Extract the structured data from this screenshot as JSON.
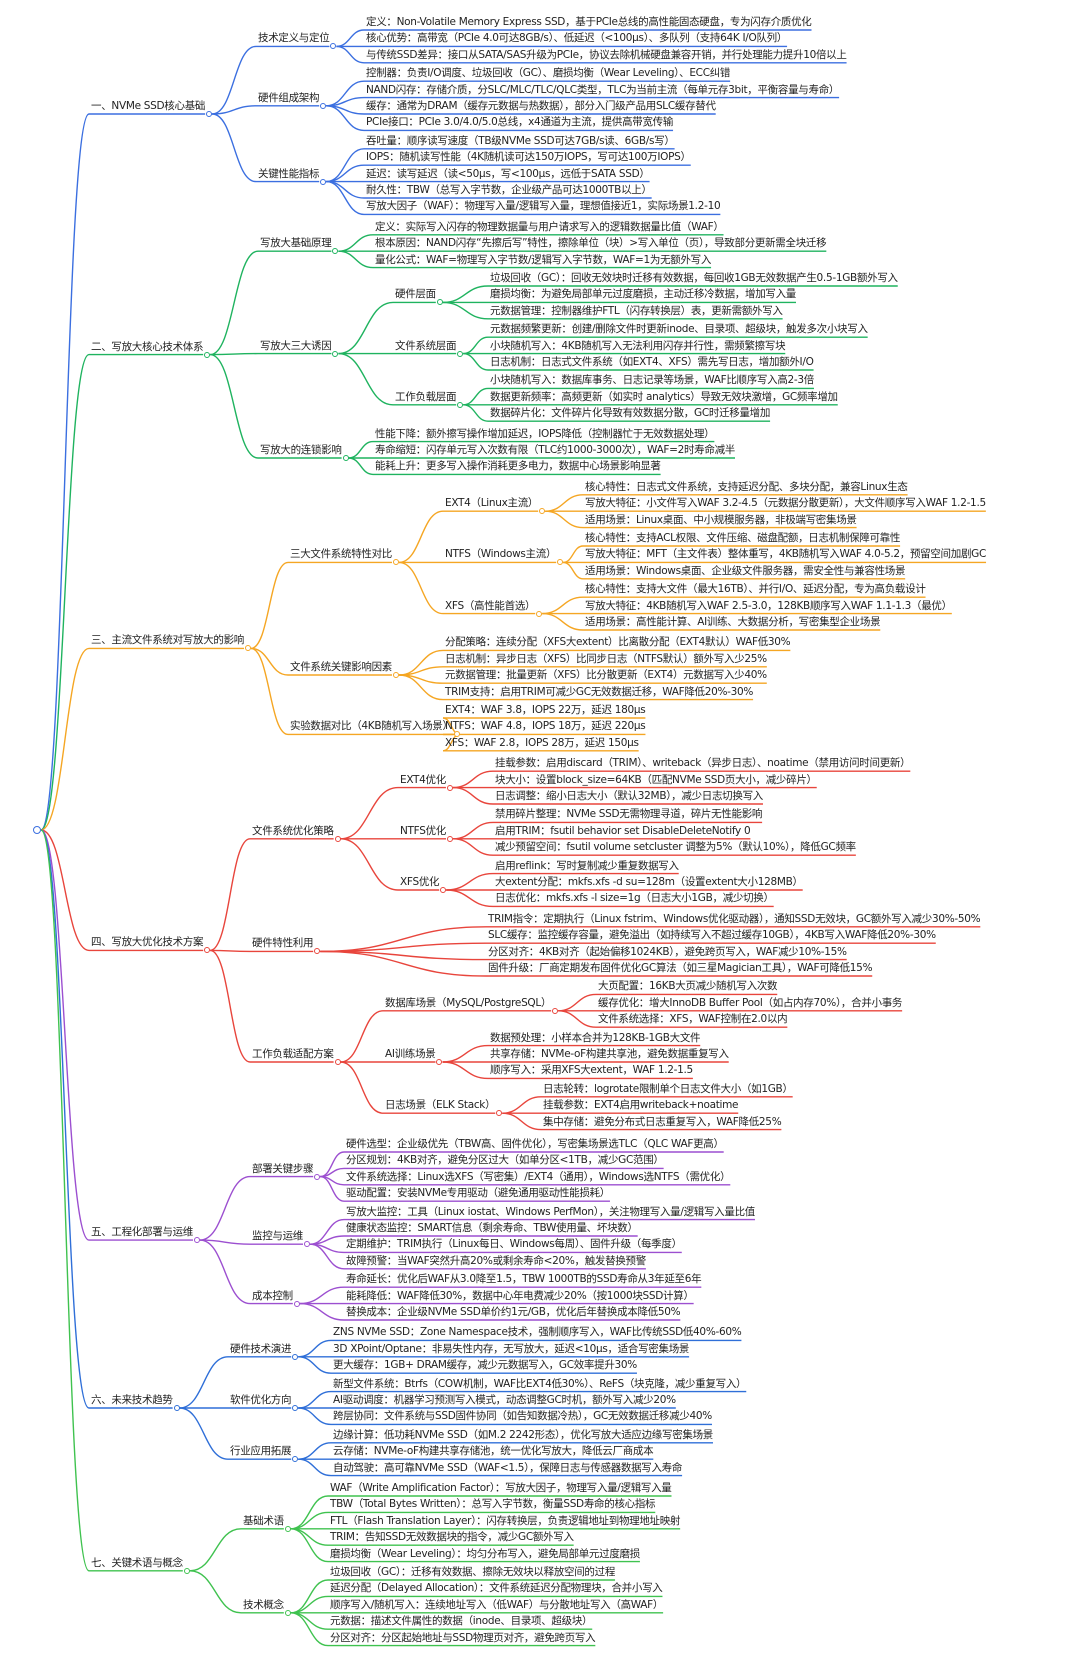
{
  "root": {
    "label": ""
  },
  "sections": [
    {
      "label": "一、NVMe SSD核心基础",
      "color": "#3b6fe0",
      "children": [
        {
          "label": "技术定义与定位",
          "children": [
            {
              "label": "定义：Non-Volatile Memory Express SSD，基于PCIe总线的高性能固态硬盘，专为闪存介质优化"
            },
            {
              "label": "核心优势：高带宽（PCIe 4.0可达8GB/s）、低延迟（<100μs）、多队列（支持64K I/O队列）"
            },
            {
              "label": "与传统SSD差异：接口从SATA/SAS升级为PCIe，协议去除机械硬盘兼容开销，并行处理能力提升10倍以上"
            }
          ]
        },
        {
          "label": "硬件组成架构",
          "children": [
            {
              "label": "控制器：负责I/O调度、垃圾回收（GC）、磨损均衡（Wear Leveling）、ECC纠错"
            },
            {
              "label": "NAND闪存：存储介质，分SLC/MLC/TLC/QLC类型，TLC为当前主流（每单元存3bit，平衡容量与寿命）"
            },
            {
              "label": "缓存：通常为DRAM（缓存元数据与热数据），部分入门级产品用SLC缓存替代"
            },
            {
              "label": "PCIe接口：PCIe 3.0/4.0/5.0总线，x4通道为主流，提供高带宽传输"
            }
          ]
        },
        {
          "label": "关键性能指标",
          "children": [
            {
              "label": "吞吐量：顺序读写速度（TB级NVMe SSD可达7GB/s读、6GB/s写）"
            },
            {
              "label": "IOPS：随机读写性能（4K随机读可达150万IOPS，写可达100万IOPS）"
            },
            {
              "label": "延迟：读写延迟（读<50μs，写<100μs，远低于SATA SSD）"
            },
            {
              "label": "耐久性：TBW（总写入字节数，企业级产品可达1000TB以上）"
            },
            {
              "label": "写放大因子（WAF）：物理写入量/逻辑写入量，理想值接近1，实际场景1.2-10"
            }
          ]
        }
      ]
    },
    {
      "label": "二、写放大核心技术体系",
      "color": "#1fb35f",
      "children": [
        {
          "label": "写放大基础原理",
          "children": [
            {
              "label": "定义：实际写入闪存的物理数据量与用户请求写入的逻辑数据量比值（WAF）"
            },
            {
              "label": "根本原因：NAND闪存“先擦后写”特性，擦除单位（块）>写入单位（页），导致部分更新需全块迁移"
            },
            {
              "label": "量化公式：WAF=物理写入字节数/逻辑写入字节数，WAF=1为无额外写入"
            }
          ]
        },
        {
          "label": "写放大三大诱因",
          "children": [
            {
              "label": "硬件层面",
              "children": [
                {
                  "label": "垃圾回收（GC）：回收无效块时迁移有效数据，每回收1GB无效数据产生0.5-1GB额外写入"
                },
                {
                  "label": "磨损均衡：为避免局部单元过度磨损，主动迁移冷数据，增加写入量"
                },
                {
                  "label": "元数据管理：控制器维护FTL（闪存转换层）表，更新需额外写入"
                }
              ]
            },
            {
              "label": "文件系统层面",
              "children": [
                {
                  "label": "元数据频繁更新：创建/删除文件时更新inode、目录项、超级块，触发多次小块写入"
                },
                {
                  "label": "小块随机写入：4KB随机写入无法利用闪存并行性，需频繁擦写块"
                },
                {
                  "label": "日志机制：日志式文件系统（如EXT4、XFS）需先写日志，增加额外I/O"
                }
              ]
            },
            {
              "label": "工作负载层面",
              "children": [
                {
                  "label": "小块随机写入：数据库事务、日志记录等场景，WAF比顺序写入高2-3倍"
                },
                {
                  "label": "数据更新频率：高频更新（如实时 analytics）导致无效块激增，GC频率增加"
                },
                {
                  "label": "数据碎片化：文件碎片化导致有效数据分散，GC时迁移量增加"
                }
              ]
            }
          ]
        },
        {
          "label": "写放大的连锁影响",
          "children": [
            {
              "label": "性能下降：额外擦写操作增加延迟，IOPS降低（控制器忙于无效数据处理）"
            },
            {
              "label": "寿命缩短：闪存单元写入次数有限（TLC约1000-3000次），WAF=2时寿命减半"
            },
            {
              "label": "能耗上升：更多写入操作消耗更多电力，数据中心场景影响显著"
            }
          ]
        }
      ]
    },
    {
      "label": "三、主流文件系统对写放大的影响",
      "color": "#f5a623",
      "children": [
        {
          "label": "三大文件系统特性对比",
          "children": [
            {
              "label": "EXT4（Linux主流）",
              "children": [
                {
                  "label": "核心特性：日志式文件系统，支持延迟分配、多块分配，兼容Linux生态"
                },
                {
                  "label": "写放大特征：小文件写入WAF 3.2-4.5（元数据分散更新），大文件顺序写入WAF 1.2-1.5"
                },
                {
                  "label": "适用场景：Linux桌面、中小规模服务器，非极端写密集场景"
                }
              ]
            },
            {
              "label": "NTFS（Windows主流）",
              "children": [
                {
                  "label": "核心特性：支持ACL权限、文件压缩、磁盘配额，日志机制保障可靠性"
                },
                {
                  "label": "写放大特征：MFT（主文件表）整体重写，4KB随机写入WAF 4.0-5.2，预留空间加剧GC"
                },
                {
                  "label": "适用场景：Windows桌面、企业级文件服务器，需安全性与兼容性场景"
                }
              ]
            },
            {
              "label": "XFS（高性能首选）",
              "children": [
                {
                  "label": "核心特性：支持大文件（最大16TB）、并行I/O、延迟分配，专为高负载设计"
                },
                {
                  "label": "写放大特征：4KB随机写入WAF 2.5-3.0，128KB顺序写入WAF 1.1-1.3（最优）"
                },
                {
                  "label": "适用场景：高性能计算、AI训练、大数据分析，写密集型企业场景"
                }
              ]
            }
          ]
        },
        {
          "label": "文件系统关键影响因素",
          "children": [
            {
              "label": "分配策略：连续分配（XFS大extent）比离散分配（EXT4默认）WAF低30%"
            },
            {
              "label": "日志机制：异步日志（XFS）比同步日志（NTFS默认）额外写入少25%"
            },
            {
              "label": "元数据管理：批量更新（XFS）比分散更新（EXT4）元数据写入少40%"
            },
            {
              "label": "TRIM支持：启用TRIM可减少GC无效数据迁移，WAF降低20%-30%"
            }
          ]
        },
        {
          "label": "实验数据对比（4KB随机写入场景）",
          "children": [
            {
              "label": "EXT4：WAF 3.8，IOPS 22万，延迟 180μs"
            },
            {
              "label": "NTFS：WAF 4.8，IOPS 18万，延迟 220μs"
            },
            {
              "label": "XFS：WAF 2.8，IOPS 28万，延迟 150μs"
            }
          ]
        }
      ]
    },
    {
      "label": "四、写放大优化技术方案",
      "color": "#e8453c",
      "children": [
        {
          "label": "文件系统优化策略",
          "children": [
            {
              "label": "EXT4优化",
              "children": [
                {
                  "label": "挂载参数：启用discard（TRIM）、writeback（异步日志）、noatime（禁用访问时间更新）"
                },
                {
                  "label": "块大小：设置block_size=64KB（匹配NVMe SSD页大小，减少碎片）"
                },
                {
                  "label": "日志调整：缩小日志大小（默认32MB），减少日志切换写入"
                }
              ]
            },
            {
              "label": "NTFS优化",
              "children": [
                {
                  "label": "禁用碎片整理：NVMe SSD无需物理寻道，碎片无性能影响"
                },
                {
                  "label": "启用TRIM：fsutil behavior set DisableDeleteNotify 0"
                },
                {
                  "label": "减少预留空间：fsutil volume setcluster 调整为5%（默认10%），降低GC频率"
                }
              ]
            },
            {
              "label": "XFS优化",
              "children": [
                {
                  "label": "启用reflink：写时复制减少重复数据写入"
                },
                {
                  "label": "大extent分配：mkfs.xfs -d su=128m（设置extent大小128MB）"
                },
                {
                  "label": "日志优化：mkfs.xfs -l size=1g（日志大小1GB，减少切换）"
                }
              ]
            }
          ]
        },
        {
          "label": "硬件特性利用",
          "children": [
            {
              "label": "TRIM指令：定期执行（Linux fstrim、Windows优化驱动器），通知SSD无效块，GC额外写入减少30%-50%"
            },
            {
              "label": "SLC缓存：监控缓存容量，避免溢出（如持续写入不超过缓存10GB），4KB写入WAF降低20%-30%"
            },
            {
              "label": "分区对齐：4KB对齐（起始偏移1024KB），避免跨页写入，WAF减少10%-15%"
            },
            {
              "label": "固件升级：厂商定期发布固件优化GC算法（如三星Magician工具），WAF可降低15%"
            }
          ]
        },
        {
          "label": "工作负载适配方案",
          "children": [
            {
              "label": "数据库场景（MySQL/PostgreSQL）",
              "children": [
                {
                  "label": "大页配置：16KB大页减少随机写入次数"
                },
                {
                  "label": "缓存优化：增大InnoDB Buffer Pool（如占内存70%），合并小事务"
                },
                {
                  "label": "文件系统选择：XFS，WAF控制在2.0以内"
                }
              ]
            },
            {
              "label": "AI训练场景",
              "children": [
                {
                  "label": "数据预处理：小样本合并为128KB-1GB大文件"
                },
                {
                  "label": "共享存储：NVMe-oF构建共享池，避免数据重复写入"
                },
                {
                  "label": "顺序写入：采用XFS大extent，WAF 1.2-1.5"
                }
              ]
            },
            {
              "label": "日志场景（ELK Stack）",
              "children": [
                {
                  "label": "日志轮转：logrotate限制单个日志文件大小（如1GB）"
                },
                {
                  "label": "挂载参数：EXT4启用writeback+noatime"
                },
                {
                  "label": "集中存储：避免分布式日志重复写入，WAF降低25%"
                }
              ]
            }
          ]
        }
      ]
    },
    {
      "label": "五、工程化部署与运维",
      "color": "#9c4fd0",
      "children": [
        {
          "label": "部署关键步骤",
          "children": [
            {
              "label": "硬件选型：企业级优先（TBW高、固件优化），写密集场景选TLC（QLC WAF更高）"
            },
            {
              "label": "分区规划：4KB对齐，避免分区过大（如单分区<1TB，减少GC范围）"
            },
            {
              "label": "文件系统选择：Linux选XFS（写密集）/EXT4（通用），Windows选NTFS（需优化）"
            },
            {
              "label": "驱动配置：安装NVMe专用驱动（避免通用驱动性能损耗）"
            }
          ]
        },
        {
          "label": "监控与运维",
          "children": [
            {
              "label": "写放大监控：工具（Linux iostat、Windows PerfMon），关注物理写入量/逻辑写入量比值"
            },
            {
              "label": "健康状态监控：SMART信息（剩余寿命、TBW使用量、坏块数）"
            },
            {
              "label": "定期维护：TRIM执行（Linux每日、Windows每周）、固件升级（每季度）"
            },
            {
              "label": "故障预警：当WAF突然升高20%或剩余寿命<20%，触发替换预警"
            }
          ]
        },
        {
          "label": "成本控制",
          "children": [
            {
              "label": "寿命延长：优化后WAF从3.0降至1.5，TBW 1000TB的SSD寿命从3年延至6年"
            },
            {
              "label": "能耗降低：WAF降低30%，数据中心年电费减少20%（按1000块SSD计算）"
            },
            {
              "label": "替换成本：企业级NVMe SSD单价约1元/GB，优化后年替换成本降低50%"
            }
          ]
        }
      ]
    },
    {
      "label": "六、未来技术趋势",
      "color": "#2f6fd8",
      "children": [
        {
          "label": "硬件技术演进",
          "children": [
            {
              "label": "ZNS NVMe SSD：Zone Namespace技术，强制顺序写入，WAF比传统SSD低40%-60%"
            },
            {
              "label": "3D XPoint/Optane：非易失性内存，无写放大，延迟<10μs，适合写密集场景"
            },
            {
              "label": "更大缓存：1GB+ DRAM缓存，减少元数据写入，GC效率提升30%"
            }
          ]
        },
        {
          "label": "软件优化方向",
          "children": [
            {
              "label": "新型文件系统：Btrfs（COW机制，WAF比EXT4低30%）、ReFS（块克隆，减少重复写入）"
            },
            {
              "label": "AI驱动调度：机器学习预测写入模式，动态调整GC时机，额外写入减少20%"
            },
            {
              "label": "跨层协同：文件系统与SSD固件协同（如告知数据冷热），GC无效数据迁移减少40%"
            }
          ]
        },
        {
          "label": "行业应用拓展",
          "children": [
            {
              "label": "边缘计算：低功耗NVMe SSD（如M.2 2242形态），优化写放大适应边缘写密集场景"
            },
            {
              "label": "云存储：NVMe-oF构建共享存储池，统一优化写放大，降低云厂商成本"
            },
            {
              "label": "自动驾驶：高可靠NVMe SSD（WAF<1.5），保障日志与传感器数据写入寿命"
            }
          ]
        }
      ]
    },
    {
      "label": "七、关键术语与概念",
      "color": "#3fc24f",
      "children": [
        {
          "label": "基础术语",
          "children": [
            {
              "label": "WAF（Write Amplification Factor）：写放大因子，物理写入量/逻辑写入量"
            },
            {
              "label": "TBW（Total Bytes Written）：总写入字节数，衡量SSD寿命的核心指标"
            },
            {
              "label": "FTL（Flash Translation Layer）：闪存转换层，负责逻辑地址到物理地址映射"
            },
            {
              "label": "TRIM：告知SSD无效数据块的指令，减少GC额外写入"
            },
            {
              "label": "磨损均衡（Wear Leveling）：均匀分布写入，避免局部单元过度磨损"
            }
          ]
        },
        {
          "label": "技术概念",
          "children": [
            {
              "label": "垃圾回收（GC）：迁移有效数据、擦除无效块以释放空间的过程"
            },
            {
              "label": "延迟分配（Delayed Allocation）：文件系统延迟分配物理块，合并小写入"
            },
            {
              "label": "顺序写入/随机写入：连续地址写入（低WAF）与分散地址写入（高WAF）"
            },
            {
              "label": "元数据：描述文件属性的数据（inode、目录项、超级块）"
            },
            {
              "label": "分区对齐：分区起始地址与SSD物理页对齐，避免跨页写入"
            }
          ]
        }
      ]
    }
  ]
}
